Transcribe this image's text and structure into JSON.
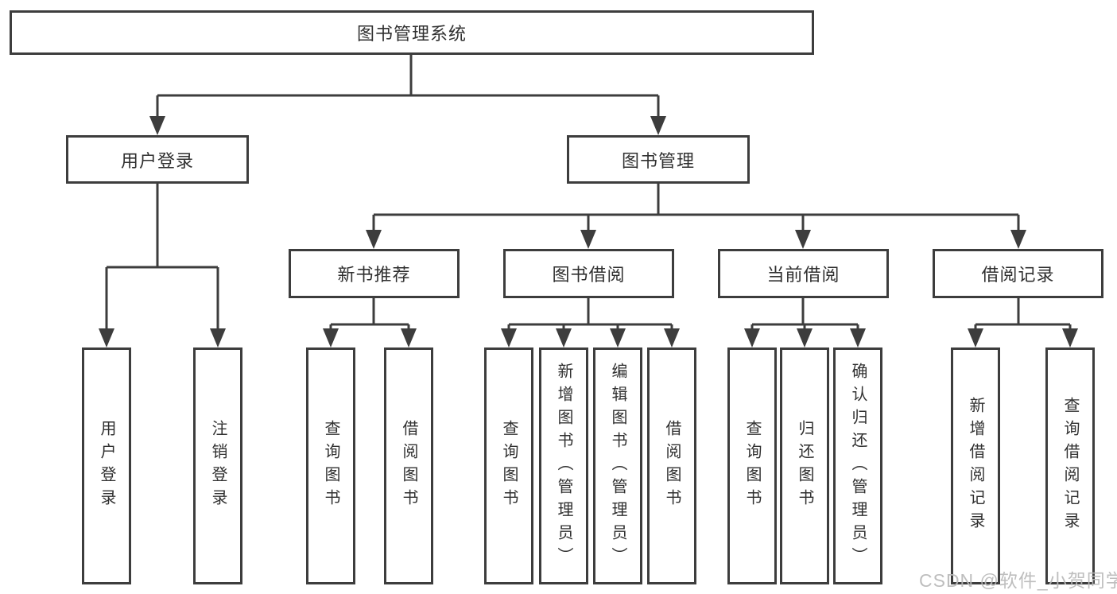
{
  "diagram": {
    "type": "hierarchy-tree",
    "tree": {
      "root": {
        "label": "图书管理系统"
      },
      "branches": [
        {
          "label": "用户登录",
          "leaves": [
            {
              "label": "用户登录"
            },
            {
              "label": "注销登录"
            }
          ]
        },
        {
          "label": "图书管理",
          "children": [
            {
              "label": "新书推荐",
              "leaves": [
                {
                  "label": "查询图书"
                },
                {
                  "label": "借阅图书"
                }
              ]
            },
            {
              "label": "图书借阅",
              "leaves": [
                {
                  "label": "查询图书"
                },
                {
                  "label": "新增图书（管理员）"
                },
                {
                  "label": "编辑图书（管理员）"
                },
                {
                  "label": "借阅图书"
                }
              ]
            },
            {
              "label": "当前借阅",
              "leaves": [
                {
                  "label": "查询图书"
                },
                {
                  "label": "归还图书"
                },
                {
                  "label": "确认归还（管理员）"
                }
              ]
            },
            {
              "label": "借阅记录",
              "leaves": [
                {
                  "label": "新增借阅记录"
                },
                {
                  "label": "查询借阅记录"
                }
              ]
            }
          ]
        }
      ]
    },
    "colors": {
      "background": "#ffffff",
      "box_border": "#3d3d3d",
      "connector_line": "#3d3d3d",
      "text": "#303030",
      "watermark_text": "#b9b9b9"
    }
  },
  "watermark": {
    "text": "CSDN @软件_小贺同学"
  }
}
